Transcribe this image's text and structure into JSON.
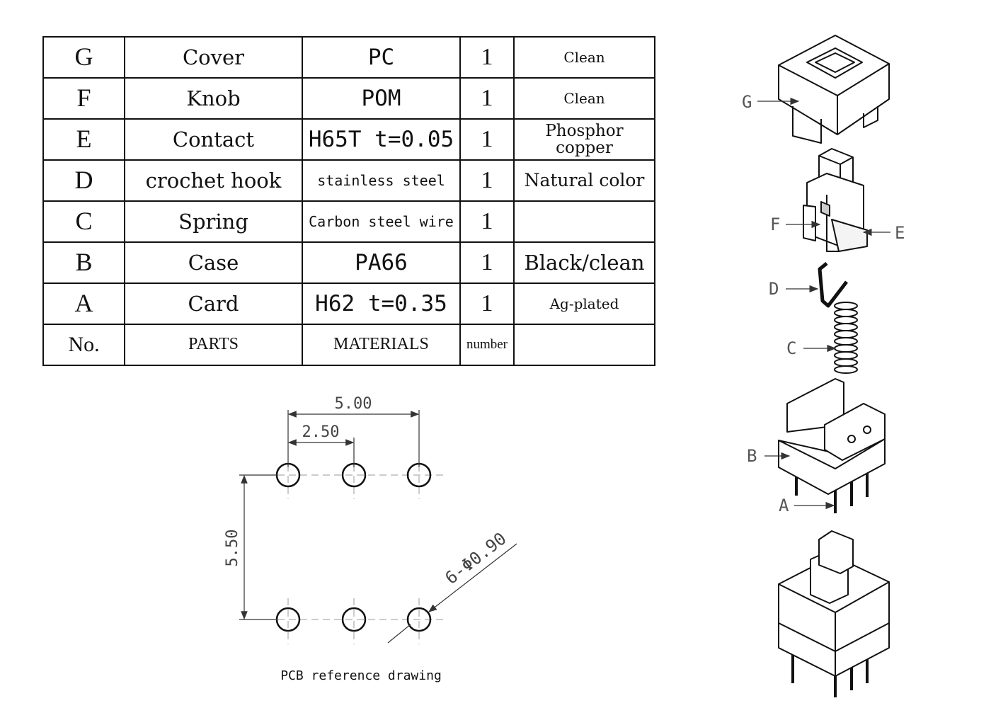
{
  "table": {
    "rows": [
      {
        "no": "G",
        "part": "Cover",
        "material": "PC",
        "qty": "1",
        "note": "Clean"
      },
      {
        "no": "F",
        "part": "Knob",
        "material": "POM",
        "qty": "1",
        "note": "Clean"
      },
      {
        "no": "E",
        "part": "Contact",
        "material": "H65T t=0.05",
        "qty": "1",
        "note": "Phosphor copper"
      },
      {
        "no": "D",
        "part": "crochet hook",
        "material": "stainless steel",
        "qty": "1",
        "note": "Natural color"
      },
      {
        "no": "C",
        "part": "Spring",
        "material": "Carbon steel wire",
        "qty": "1",
        "note": ""
      },
      {
        "no": "B",
        "part": "Case",
        "material": "PA66",
        "qty": "1",
        "note": "Black/clean"
      },
      {
        "no": "A",
        "part": "Card",
        "material": "H62 t=0.35",
        "qty": "1",
        "note": "Ag-plated"
      }
    ],
    "header": {
      "no": "No.",
      "part": "PARTS",
      "material": "MATERIALS",
      "qty": "number",
      "note": ""
    }
  },
  "pcb": {
    "dim_width": "5.00",
    "dim_pitch": "2.50",
    "dim_height": "5.50",
    "hole_spec": "6-Φ0.90",
    "caption": "PCB reference drawing"
  },
  "exploded_view": {
    "labels": [
      "G",
      "F",
      "E",
      "D",
      "C",
      "B",
      "A"
    ]
  }
}
